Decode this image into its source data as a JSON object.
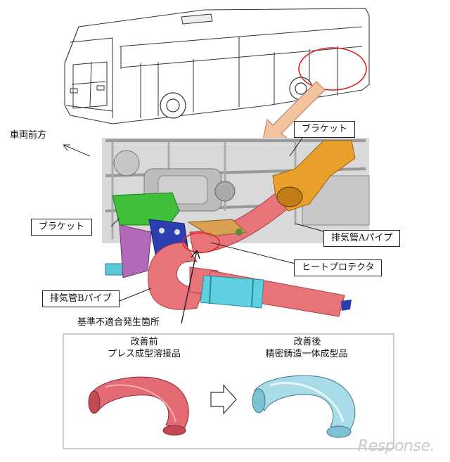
{
  "labels": {
    "vehicle_front": "車両前方",
    "bracket_top": "ブラケット",
    "bracket_left": "ブラケット",
    "pipe_a": "排気管Aパイプ",
    "heat_protector": "ヒートプロテクタ",
    "pipe_b": "排気管Bパイプ",
    "nonconformity": "基準不適合発生箇所"
  },
  "comparison": {
    "before_title": "改善前",
    "before_desc": "プレス成型溶接品",
    "after_title": "改善後",
    "after_desc": "精密鋳造一体成型品"
  },
  "watermark": "Response.",
  "colors": {
    "pipe_red": "#e8747a",
    "bracket_green": "#3fbf3a",
    "manifold_orange": "#e8a02a",
    "flange_blue": "#2d3fb0",
    "catalyst_cyan": "#5fd0e0",
    "highlight_red": "#e02020",
    "arrow_orange": "#f3c3a0",
    "part_after_cyan": "#a8dce8"
  }
}
